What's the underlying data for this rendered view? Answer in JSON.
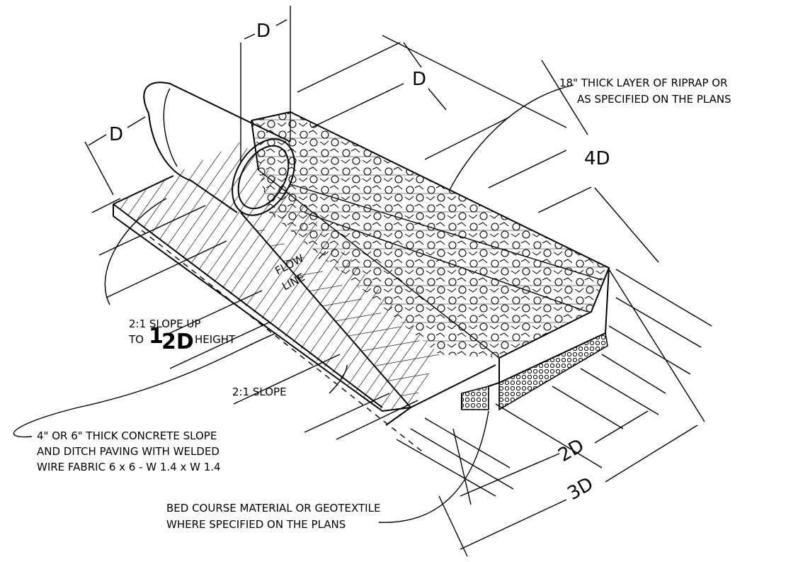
{
  "labels": {
    "riprap_line1": "18\" THICK LAYER OF RIPRAP OR",
    "riprap_line2": "AS SPECIFIED ON THE PLANS",
    "slope_up_line1": "2:1 SLOPE UP",
    "slope_up_to": "TO",
    "slope_up_half_num": "1",
    "slope_up_half_den": "2D",
    "slope_up_height": "HEIGHT",
    "slope_2to1": "2:1 SLOPE",
    "concrete_line1": "4\" OR 6\" THICK CONCRETE SLOPE",
    "concrete_line2": "AND DITCH PAVING WITH WELDED",
    "concrete_line3": "WIRE FABRIC 6 x 6 - W 1.4 x W 1.4",
    "bed_line1": "BED COURSE MATERIAL OR GEOTEXTILE",
    "bed_line2": "WHERE SPECIFIED ON THE PLANS",
    "flow_line1": "FLOW",
    "flow_line2": "LINE"
  },
  "dimensions": {
    "pipe_top_d": "D",
    "pipe_left_d": "D",
    "riprap_depth_d": "D",
    "length_4d": "4D",
    "width_2d": "2D",
    "width_3d": "3D"
  }
}
